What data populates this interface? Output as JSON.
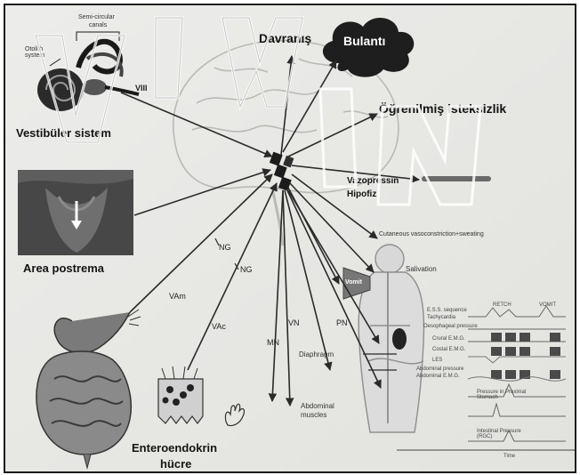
{
  "labels": {
    "davranis": "Davranış",
    "bulanti": "Bulantı",
    "ogrenilmis": "Öğrenilmiş isteksizlik",
    "vestibuler": "Vestibüler sistem",
    "vazopressin": "Vazopressin",
    "hipofiz": "Hipofiz",
    "area_postrema": "Area postrema",
    "entero_line1": "Enteroendokrin",
    "entero_line2": "hücre",
    "otolith": "Otolith system",
    "semicircular_1": "Semi-circular",
    "semicircular_2": "canals",
    "viii": "VIII",
    "ng1": "NG",
    "ng2": "NG",
    "va_m": "VAm",
    "va_c": "VAc",
    "vn": "VN",
    "pn": "PN",
    "mn": "MN",
    "cutaneous": "Cutaneous vasoconstriction+sweating",
    "salivation": "Salivation",
    "vomit": "Vomit",
    "diaphragm": "Diaphragm",
    "abdominal_1": "Abdominal",
    "abdominal_2": "muscles",
    "trace_labels": [
      "E.S.S. sequence",
      "Tachycardia",
      "Oesophageal pressure",
      "Crural E.M.G.",
      "Costal E.M.G.",
      "LES",
      "Abdominal pressure",
      "Abdominal E.M.G.",
      "Pressure in Proximal Stomach",
      "Intestinal Pressure (RGC)"
    ],
    "retch": "RETCH",
    "vomit_phase": "VOMIT",
    "time": "Time"
  }
}
